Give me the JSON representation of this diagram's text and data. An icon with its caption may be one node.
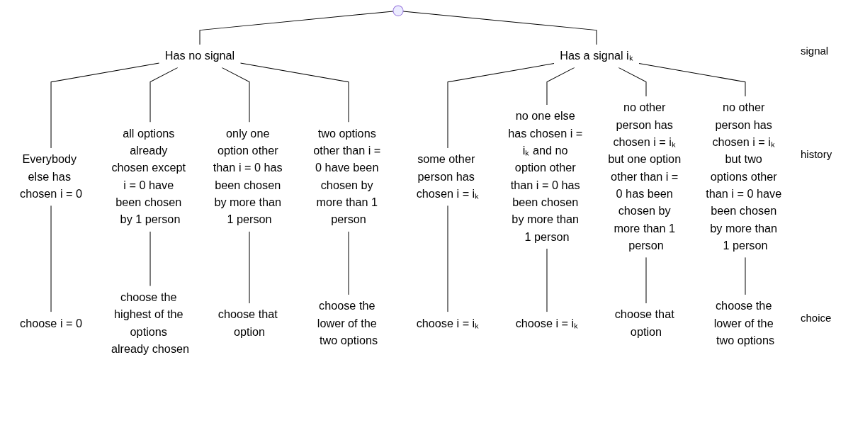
{
  "diagram": {
    "nodes": [
      {
        "text": [],
        "shape": "circle"
      },
      {
        "text": [
          "Has no signal"
        ]
      },
      {
        "text": [
          "Has a signal iₖ"
        ]
      },
      {
        "text": [
          "Everybody else has chosen i = 0"
        ]
      },
      {
        "text": [
          "all options already chosen except i = 0 have been chosen by 1 person"
        ]
      },
      {
        "text": [
          "only one option other than i = 0 has been chosen by more than 1 person"
        ]
      },
      {
        "text": [
          "two options other than i = 0 have been chosen by more than 1 person"
        ]
      },
      {
        "text": [
          "some other person has chosen i = iₖ"
        ]
      },
      {
        "text": [
          "no one else has chosen i = iₖ and no option other than i = 0 has been chosen by more than 1 person"
        ]
      },
      {
        "text": [
          "no other person has chosen i = iₖ but one option other than i = 0 has been chosen by more than 1 person"
        ]
      },
      {
        "text": [
          "no other person has chosen i = iₖ but two options other than i = 0 have been chosen by more than 1 person"
        ]
      },
      {
        "text": [
          "choose i = 0"
        ]
      },
      {
        "text": [
          "choose the highest of the options already chosen"
        ]
      },
      {
        "text": [
          "choose that option"
        ]
      },
      {
        "text": [
          "choose the lower of the two options"
        ]
      },
      {
        "text": [
          "choose i = iₖ"
        ]
      },
      {
        "text": [
          "choose i = iₖ"
        ]
      },
      {
        "text": [
          "choose that option"
        ]
      },
      {
        "text": [
          "choose the lower of the two options"
        ]
      }
    ],
    "edges": [
      {
        "from": 0,
        "to": 1,
        "arrow": "none"
      },
      {
        "from": 0,
        "to": 2,
        "arrow": "none"
      },
      {
        "from": 1,
        "to": 3,
        "arrow": "none"
      },
      {
        "from": 1,
        "to": 4,
        "arrow": "none"
      },
      {
        "from": 1,
        "to": 5,
        "arrow": "none"
      },
      {
        "from": 1,
        "to": 6,
        "arrow": "none"
      },
      {
        "from": 2,
        "to": 7,
        "arrow": "none"
      },
      {
        "from": 2,
        "to": 8,
        "arrow": "none"
      },
      {
        "from": 2,
        "to": 9,
        "arrow": "none"
      },
      {
        "from": 2,
        "to": 10,
        "arrow": "none"
      },
      {
        "from": 3,
        "to": 11,
        "arrow": "none"
      },
      {
        "from": 4,
        "to": 12,
        "arrow": "none"
      },
      {
        "from": 5,
        "to": 13,
        "arrow": "none"
      },
      {
        "from": 6,
        "to": 14,
        "arrow": "none"
      },
      {
        "from": 7,
        "to": 15,
        "arrow": "none"
      },
      {
        "from": 8,
        "to": 16,
        "arrow": "none"
      },
      {
        "from": 9,
        "to": 17,
        "arrow": "none"
      },
      {
        "from": 10,
        "to": 18,
        "arrow": "none"
      }
    ],
    "labels": [
      "signal",
      "history",
      "choice"
    ]
  }
}
